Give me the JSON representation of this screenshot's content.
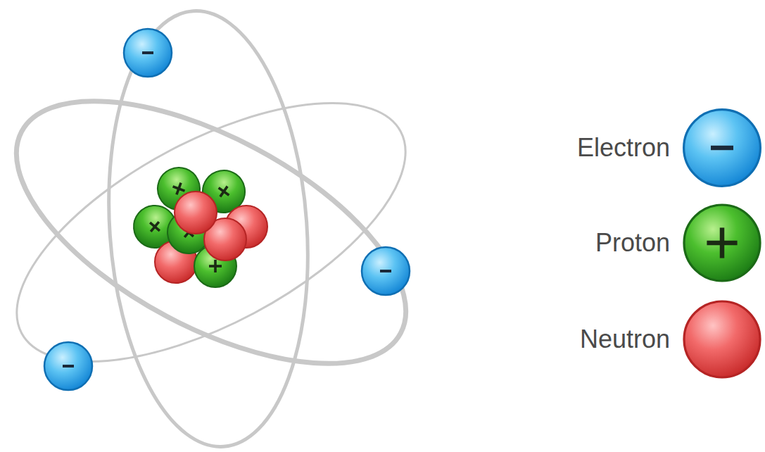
{
  "diagram": {
    "legend": [
      {
        "text": "Electron"
      },
      {
        "text": "Proton"
      },
      {
        "text": "Neutron"
      }
    ]
  }
}
